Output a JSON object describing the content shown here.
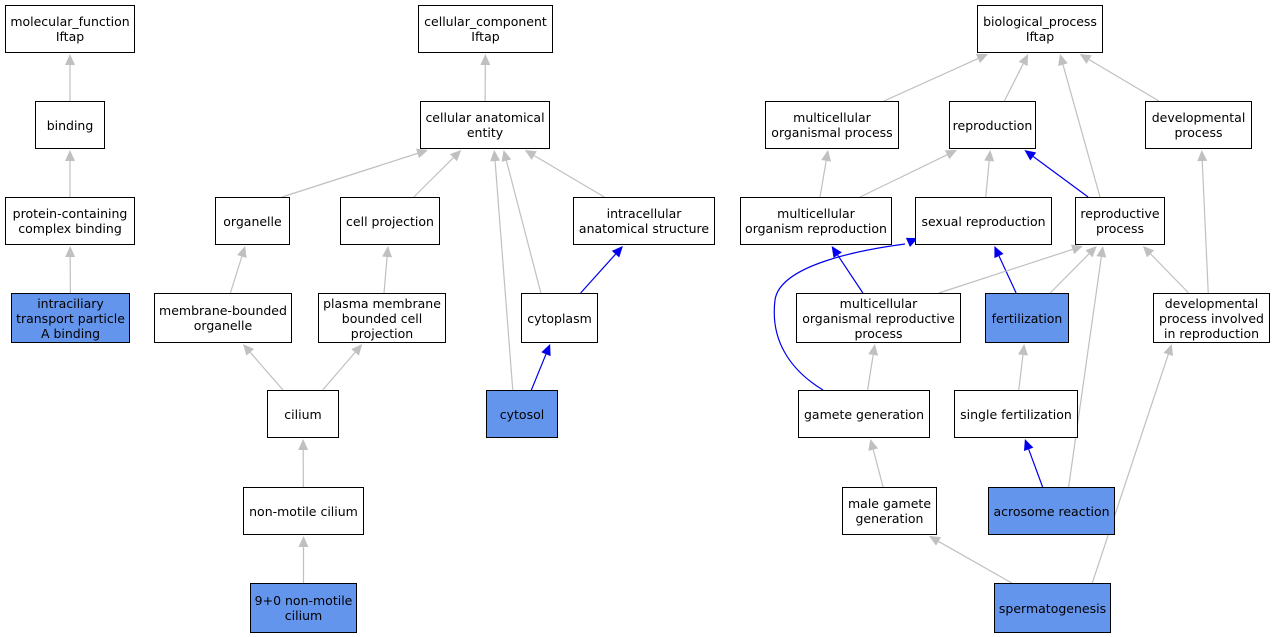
{
  "colors": {
    "highlight_fill": "#6495ed",
    "default_fill": "#ffffff",
    "edge_gray": "#c0c0c0",
    "edge_blue": "#0000ee"
  },
  "nodes": {
    "mf_root": {
      "label": "molecular_function\nIftap",
      "highlighted": false
    },
    "binding": {
      "label": "binding",
      "highlighted": false
    },
    "protein_complex_binding": {
      "label": "protein-containing\ncomplex binding",
      "highlighted": false
    },
    "ift_a_binding": {
      "label": "intraciliary\ntransport particle\nA binding",
      "highlighted": true
    },
    "cc_root": {
      "label": "cellular_component\nIftap",
      "highlighted": false
    },
    "cellular_anatomical_entity": {
      "label": "cellular anatomical\nentity",
      "highlighted": false
    },
    "organelle": {
      "label": "organelle",
      "highlighted": false
    },
    "cell_projection": {
      "label": "cell projection",
      "highlighted": false
    },
    "intracellular_structure": {
      "label": "intracellular\nanatomical structure",
      "highlighted": false
    },
    "membrane_bounded_organelle": {
      "label": "membrane-bounded\norganelle",
      "highlighted": false
    },
    "pm_bounded_projection": {
      "label": "plasma membrane\nbounded cell\nprojection",
      "highlighted": false
    },
    "cytoplasm": {
      "label": "cytoplasm",
      "highlighted": false
    },
    "cilium": {
      "label": "cilium",
      "highlighted": false
    },
    "cytosol": {
      "label": "cytosol",
      "highlighted": true
    },
    "non_motile_cilium": {
      "label": "non-motile cilium",
      "highlighted": false
    },
    "nine_zero_cilium": {
      "label": "9+0 non-motile\ncilium",
      "highlighted": true
    },
    "bp_root": {
      "label": "biological_process\nIftap",
      "highlighted": false
    },
    "multicellular_process": {
      "label": "multicellular\norganismal process",
      "highlighted": false
    },
    "reproduction": {
      "label": "reproduction",
      "highlighted": false
    },
    "developmental_process": {
      "label": "developmental\nprocess",
      "highlighted": false
    },
    "multicellular_reproduction": {
      "label": "multicellular\norganism reproduction",
      "highlighted": false
    },
    "sexual_reproduction": {
      "label": "sexual reproduction",
      "highlighted": false
    },
    "reproductive_process": {
      "label": "reproductive\nprocess",
      "highlighted": false
    },
    "multicellular_reproductive_process": {
      "label": "multicellular\norganismal reproductive\nprocess",
      "highlighted": false
    },
    "fertilization": {
      "label": "fertilization",
      "highlighted": true
    },
    "dev_in_reproduction": {
      "label": "developmental\nprocess involved\nin reproduction",
      "highlighted": false
    },
    "gamete_generation": {
      "label": "gamete generation",
      "highlighted": false
    },
    "single_fertilization": {
      "label": "single fertilization",
      "highlighted": false
    },
    "male_gamete_generation": {
      "label": "male gamete\ngeneration",
      "highlighted": false
    },
    "acrosome_reaction": {
      "label": "acrosome reaction",
      "highlighted": true
    },
    "spermatogenesis": {
      "label": "spermatogenesis",
      "highlighted": true
    }
  },
  "edges": [
    {
      "from": "binding",
      "to": "mf_root",
      "color": "gray"
    },
    {
      "from": "protein_complex_binding",
      "to": "binding",
      "color": "gray"
    },
    {
      "from": "ift_a_binding",
      "to": "protein_complex_binding",
      "color": "gray"
    },
    {
      "from": "cellular_anatomical_entity",
      "to": "cc_root",
      "color": "gray"
    },
    {
      "from": "organelle",
      "to": "cellular_anatomical_entity",
      "color": "gray"
    },
    {
      "from": "cell_projection",
      "to": "cellular_anatomical_entity",
      "color": "gray"
    },
    {
      "from": "intracellular_structure",
      "to": "cellular_anatomical_entity",
      "color": "gray"
    },
    {
      "from": "cytoplasm",
      "to": "cellular_anatomical_entity",
      "color": "gray"
    },
    {
      "from": "cytosol",
      "to": "cellular_anatomical_entity",
      "color": "gray"
    },
    {
      "from": "membrane_bounded_organelle",
      "to": "organelle",
      "color": "gray"
    },
    {
      "from": "pm_bounded_projection",
      "to": "cell_projection",
      "color": "gray"
    },
    {
      "from": "cytoplasm",
      "to": "intracellular_structure",
      "color": "blue"
    },
    {
      "from": "cilium",
      "to": "membrane_bounded_organelle",
      "color": "gray"
    },
    {
      "from": "cilium",
      "to": "pm_bounded_projection",
      "color": "gray"
    },
    {
      "from": "cytosol",
      "to": "cytoplasm",
      "color": "blue"
    },
    {
      "from": "non_motile_cilium",
      "to": "cilium",
      "color": "gray"
    },
    {
      "from": "nine_zero_cilium",
      "to": "non_motile_cilium",
      "color": "gray"
    },
    {
      "from": "multicellular_process",
      "to": "bp_root",
      "color": "gray"
    },
    {
      "from": "reproduction",
      "to": "bp_root",
      "color": "gray"
    },
    {
      "from": "developmental_process",
      "to": "bp_root",
      "color": "gray"
    },
    {
      "from": "reproductive_process",
      "to": "bp_root",
      "color": "gray"
    },
    {
      "from": "multicellular_reproduction",
      "to": "multicellular_process",
      "color": "gray"
    },
    {
      "from": "multicellular_reproduction",
      "to": "reproduction",
      "color": "gray"
    },
    {
      "from": "sexual_reproduction",
      "to": "reproduction",
      "color": "gray"
    },
    {
      "from": "reproductive_process",
      "to": "reproduction",
      "color": "blue"
    },
    {
      "from": "multicellular_reproductive_process",
      "to": "multicellular_reproduction",
      "color": "blue"
    },
    {
      "from": "multicellular_reproductive_process",
      "to": "reproductive_process",
      "color": "gray"
    },
    {
      "from": "fertilization",
      "to": "sexual_reproduction",
      "color": "blue"
    },
    {
      "from": "fertilization",
      "to": "reproductive_process",
      "color": "gray"
    },
    {
      "from": "dev_in_reproduction",
      "to": "reproductive_process",
      "color": "gray"
    },
    {
      "from": "dev_in_reproduction",
      "to": "developmental_process",
      "color": "gray"
    },
    {
      "from": "gamete_generation",
      "to": "sexual_reproduction",
      "color": "blue"
    },
    {
      "from": "gamete_generation",
      "to": "multicellular_reproductive_process",
      "color": "gray"
    },
    {
      "from": "single_fertilization",
      "to": "fertilization",
      "color": "gray"
    },
    {
      "from": "male_gamete_generation",
      "to": "gamete_generation",
      "color": "gray"
    },
    {
      "from": "acrosome_reaction",
      "to": "single_fertilization",
      "color": "blue"
    },
    {
      "from": "acrosome_reaction",
      "to": "reproductive_process",
      "color": "gray"
    },
    {
      "from": "spermatogenesis",
      "to": "male_gamete_generation",
      "color": "gray"
    },
    {
      "from": "spermatogenesis",
      "to": "dev_in_reproduction",
      "color": "gray"
    }
  ]
}
